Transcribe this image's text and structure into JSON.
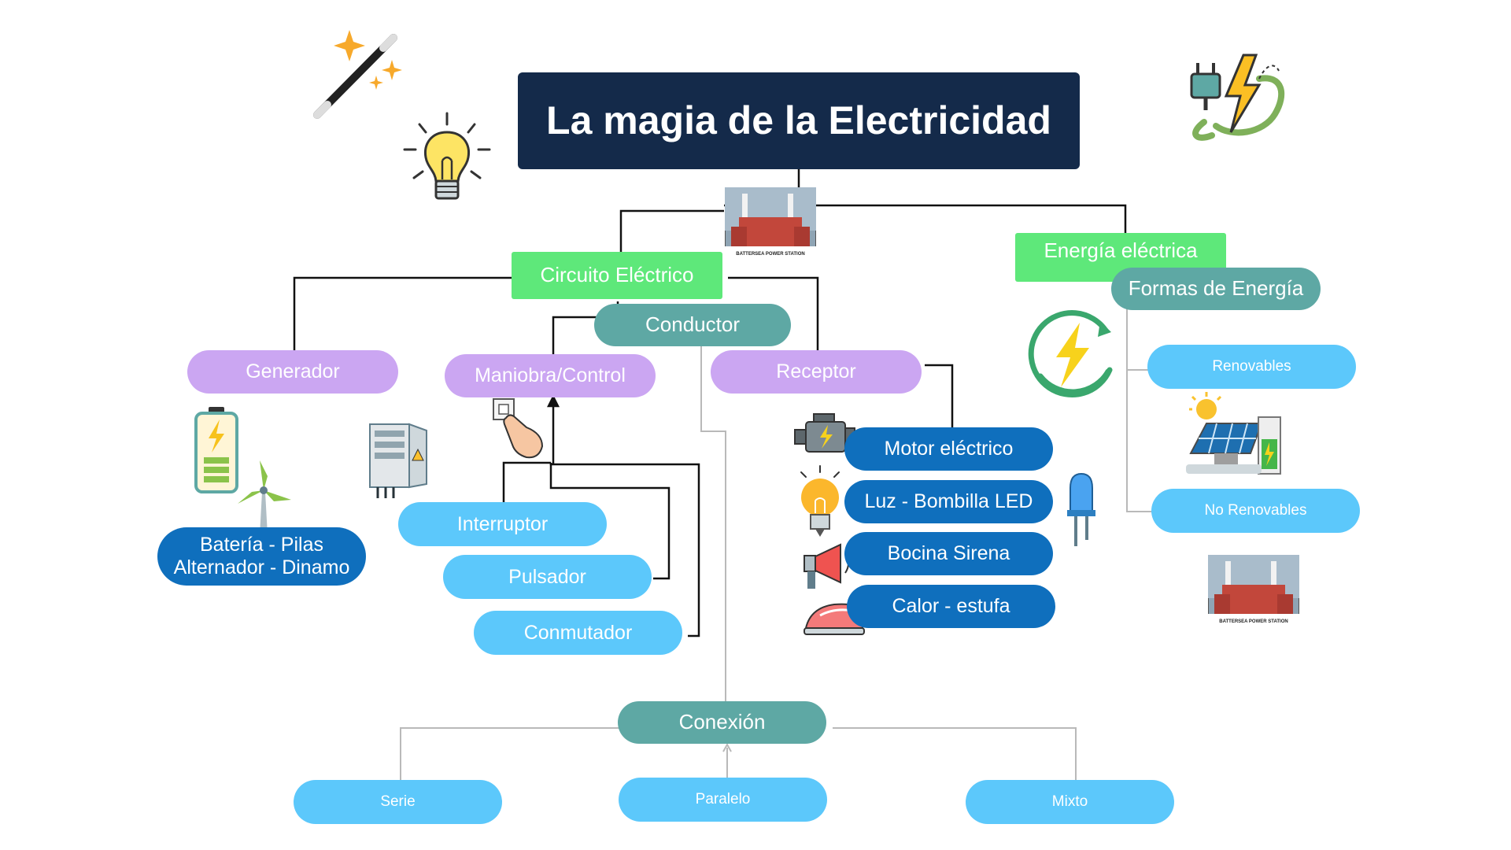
{
  "title": "La magia de la Electricidad",
  "colors": {
    "title_bg": "#142a4a",
    "green": "#5ee87a",
    "teal": "#5ea8a4",
    "lilac": "#cba6f2",
    "sky": "#5cc8fb",
    "navy": "#0f6fbd",
    "line_dark": "#111111",
    "line_light": "#b9b9b9"
  },
  "icons": {
    "top_left": [
      "magic-wand-icon",
      "light-bulb-icon"
    ],
    "top_right": "plug-lightning-icon",
    "power_station": "power-station-icon",
    "renewable": "renewable-energy-icon",
    "solar": "solar-panel-icon",
    "generators": [
      "battery-icon",
      "wind-turbine-icon",
      "electrical-panel-icon"
    ],
    "switch": "switch-press-icon",
    "receptors": [
      "engine-icon",
      "bulb-icon",
      "led-icon",
      "megaphone-icon",
      "iron-icon"
    ]
  },
  "power_station_caption": "BATTERSEA POWER STATION",
  "nodes": {
    "circuito": "Circuito Eléctrico",
    "energia": "Energía eléctrica",
    "formas": "Formas de Energía",
    "conductor": "Conductor",
    "generador": "Generador",
    "maniobra": "Maniobra/Control",
    "receptor": "Receptor",
    "generador_examples": [
      "Batería - Pilas",
      "Alternador - Dinamo"
    ],
    "interruptor": "Interruptor",
    "pulsador": "Pulsador",
    "conmutador": "Conmutador",
    "motor": "Motor eléctrico",
    "luz": "Luz - Bombilla LED",
    "bocina": "Bocina  Sirena",
    "calor": "Calor - estufa",
    "renovables": "Renovables",
    "no_renovables": "No Renovables",
    "conexion": "Conexión",
    "serie": "Serie",
    "paralelo": "Paralelo",
    "mixto": "Mixto"
  }
}
